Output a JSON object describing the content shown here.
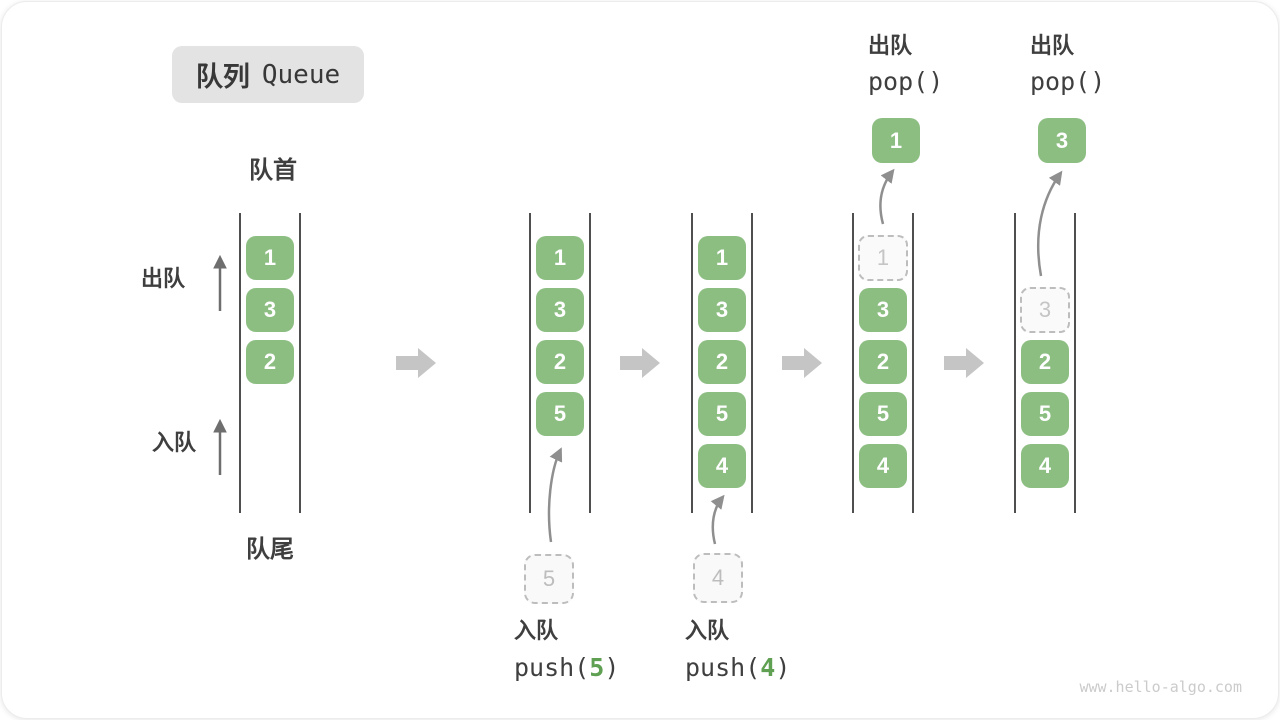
{
  "badge": {
    "zh": "队列",
    "en": "Queue"
  },
  "labels": {
    "front": "队首",
    "rear": "队尾",
    "dequeue": "出队",
    "enqueue": "入队"
  },
  "ops": {
    "push5": {
      "zh": "入队",
      "fn": "push(",
      "arg": "5",
      "close": ")"
    },
    "push4": {
      "zh": "入队",
      "fn": "push(",
      "arg": "4",
      "close": ")"
    },
    "pop1": {
      "zh": "出队",
      "code": "pop()"
    },
    "pop2": {
      "zh": "出队",
      "code": "pop()"
    }
  },
  "states": [
    {
      "boxes": [
        "1",
        "3",
        "2"
      ]
    },
    {
      "boxes": [
        "1",
        "3",
        "2",
        "5"
      ],
      "incoming": "5"
    },
    {
      "boxes": [
        "1",
        "3",
        "2",
        "5",
        "4"
      ],
      "incoming": "4"
    },
    {
      "ghost": "1",
      "boxes": [
        "3",
        "2",
        "5",
        "4"
      ],
      "popped": "1"
    },
    {
      "ghost": "3",
      "boxes": [
        "2",
        "5",
        "4"
      ],
      "popped": "3"
    }
  ],
  "watermark": "www.hello-algo.com",
  "colors": {
    "box_green": "#8CBE82",
    "code_green": "#5FA052",
    "block_arrow_gray": "#C5C5C5",
    "curve_arrow_gray": "#8F8F8F",
    "badge_bg": "#E3E3E3",
    "text_dark": "#3F3F3F"
  }
}
